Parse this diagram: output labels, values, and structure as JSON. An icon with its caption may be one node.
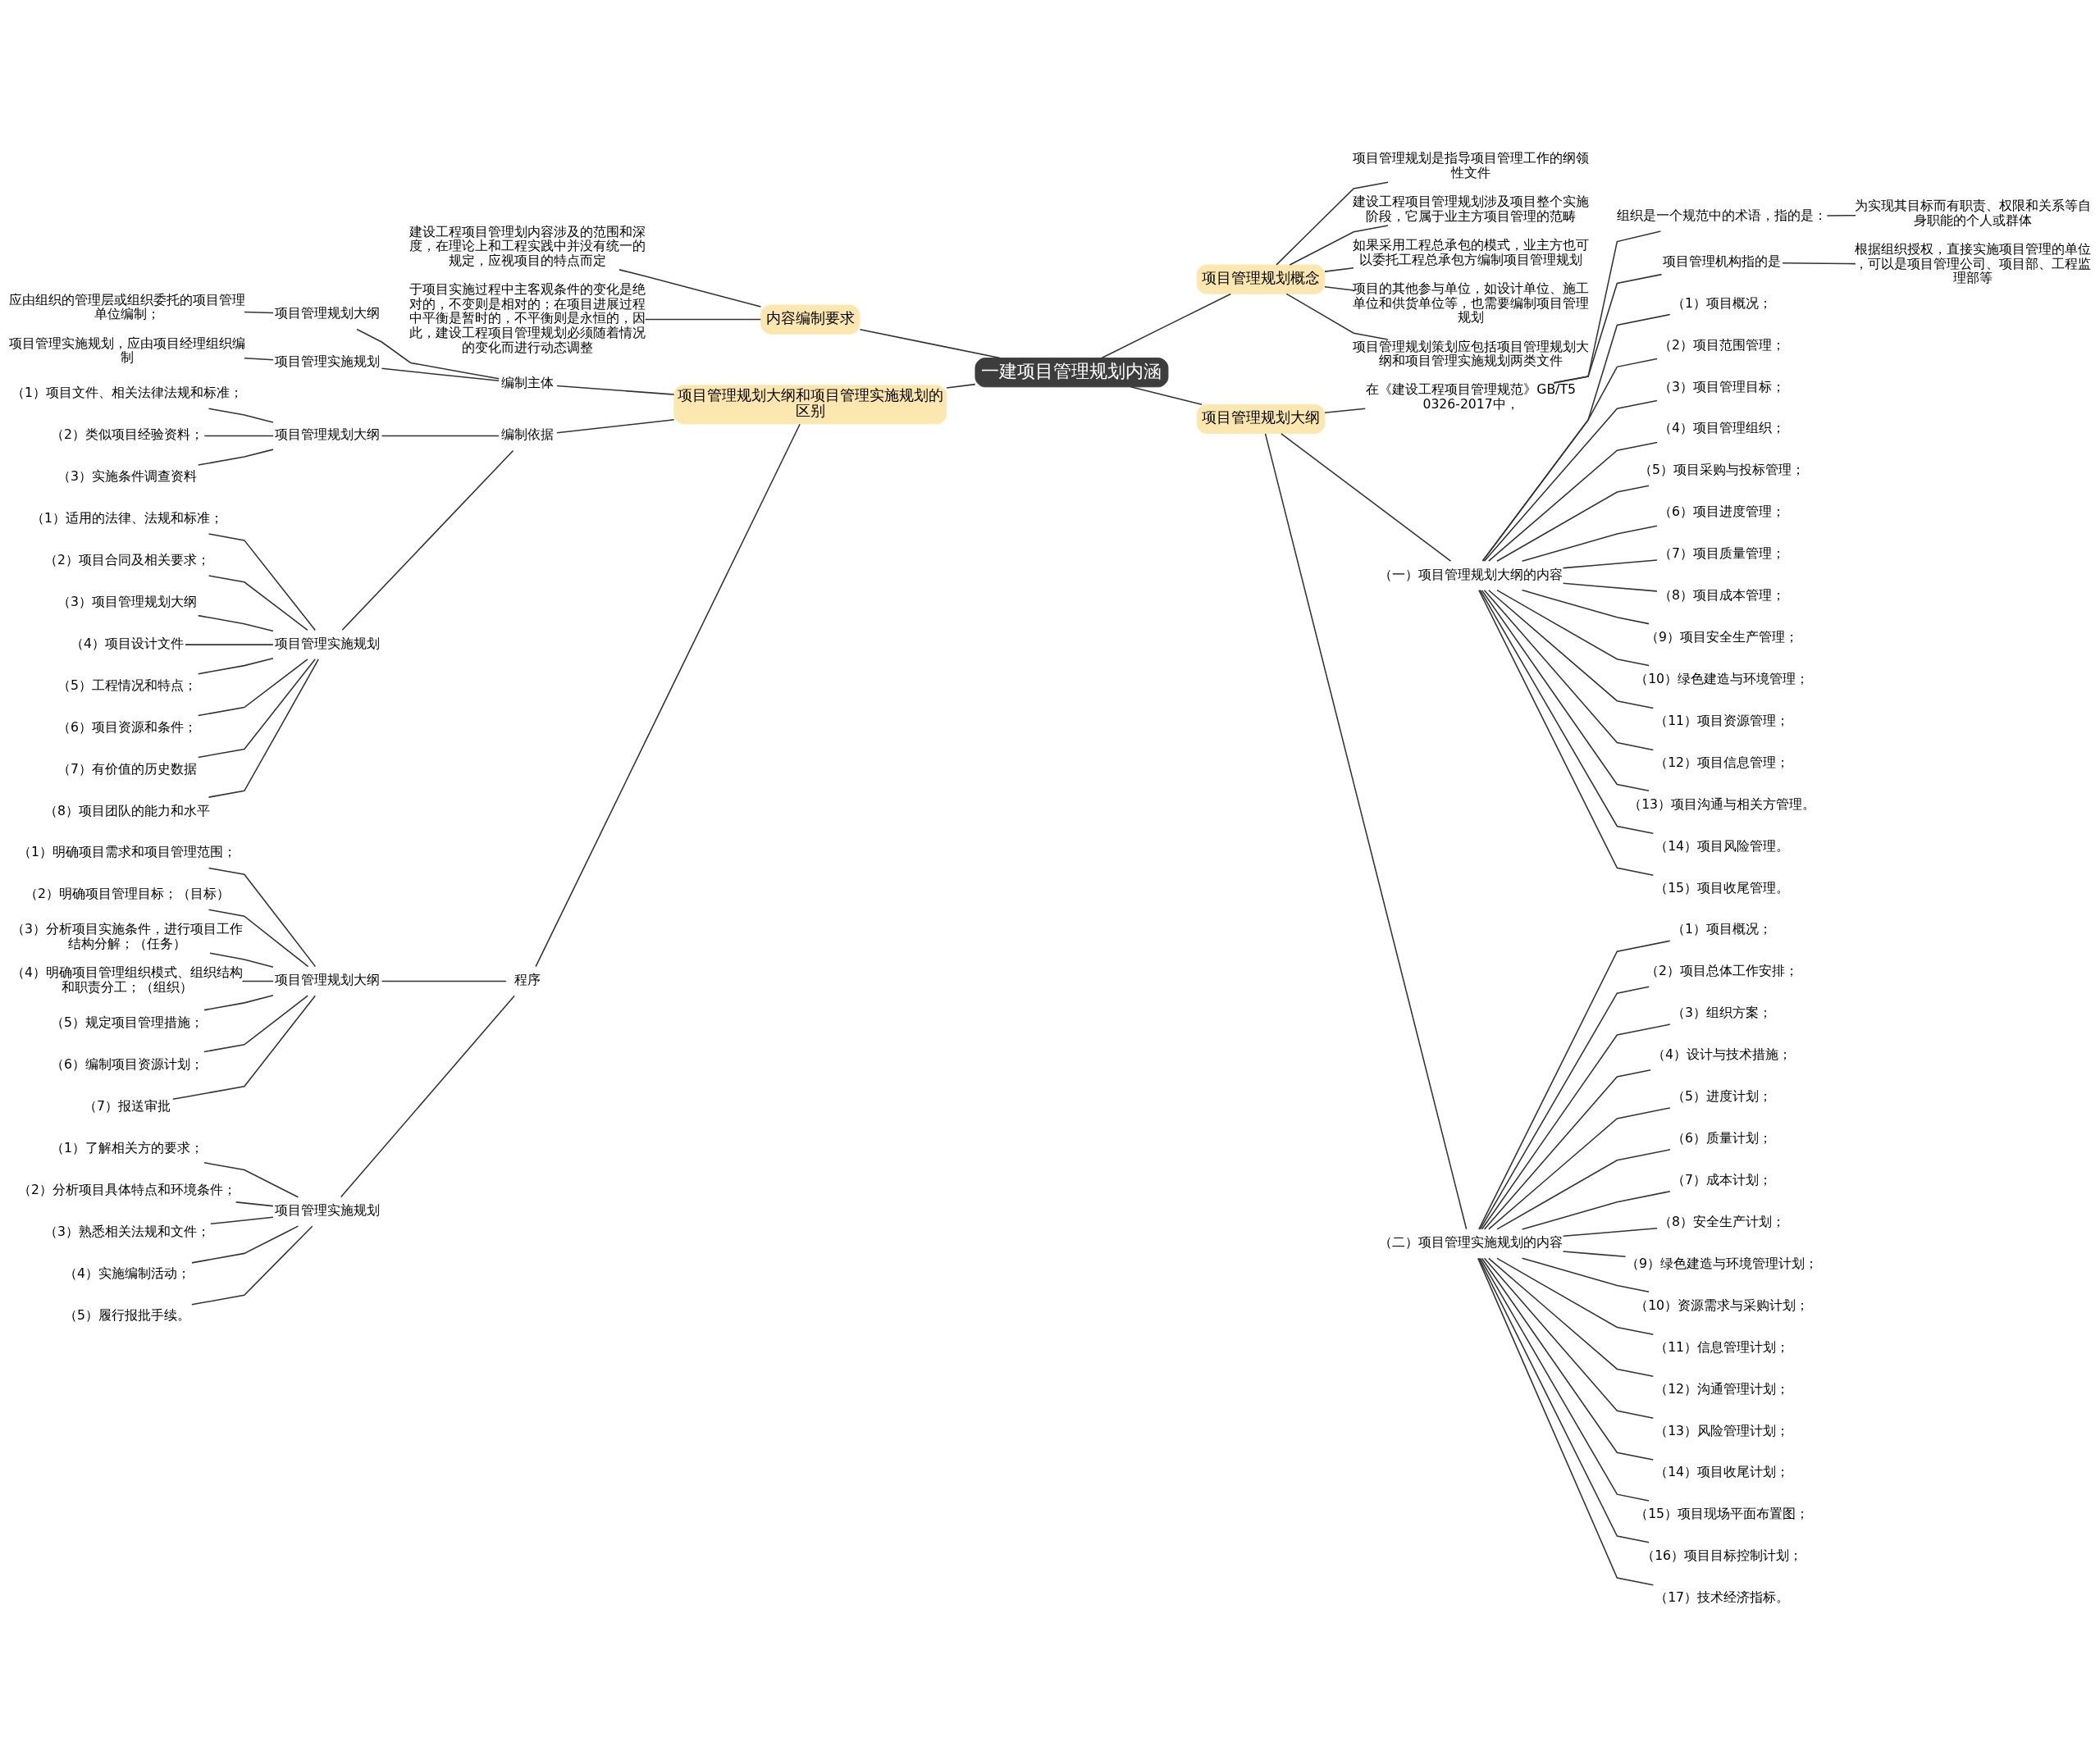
{
  "diagram": {
    "nodes": [
      {
        "text": [
          "一建项目管理规划内涵"
        ]
      },
      {
        "text": [
          "项目管理规划概念"
        ]
      },
      {
        "text": [
          "项目管理规划是指导项目管理工作的纲领性文件"
        ]
      },
      {
        "text": [
          "建设工程项目管理规划涉及项目整个实施阶段，它属于业主方项目管理的范畴"
        ]
      },
      {
        "text": [
          "如果采用工程总承包的模式，业主方也可以委托工程总承包方编制项目管理规划"
        ]
      },
      {
        "text": [
          "项目的其他参与单位，如设计单位、施工单位和供货单位等，也需要编制项目管理规划"
        ]
      },
      {
        "text": [
          "项目管理规划策划应包括项目管理规划大纲和项目管理实施规划两类文件"
        ]
      },
      {
        "text": [
          "项目管理规划大纲"
        ]
      },
      {
        "text": [
          "在《建设工程项目管理规范》GB/T50326-2017中，"
        ]
      },
      {
        "text": [
          "组织是一个规范中的术语，指的是："
        ]
      },
      {
        "text": [
          "为实现其目标而有职责、权限和关系等自身职能的个人或群体"
        ]
      },
      {
        "text": [
          "项目管理机构指的是"
        ]
      },
      {
        "text": [
          "根据组织授权，直接实施项目管理的单位，可以是项目管理公司、项目部、工程监理部等"
        ]
      },
      {
        "text": [
          "（一）项目管理规划大纲的内容"
        ]
      },
      {
        "text": [
          "（1）项目概况；"
        ]
      },
      {
        "text": [
          "（2）项目范围管理；"
        ]
      },
      {
        "text": [
          "（3）项目管理目标；"
        ]
      },
      {
        "text": [
          "（4）项目管理组织；"
        ]
      },
      {
        "text": [
          "（5）项目采购与投标管理；"
        ]
      },
      {
        "text": [
          "（6）项目进度管理；"
        ]
      },
      {
        "text": [
          "（7）项目质量管理；"
        ]
      },
      {
        "text": [
          "（8）项目成本管理；"
        ]
      },
      {
        "text": [
          "（9）项目安全生产管理；"
        ]
      },
      {
        "text": [
          "（10）绿色建造与环境管理；"
        ]
      },
      {
        "text": [
          "（11）项目资源管理；"
        ]
      },
      {
        "text": [
          "（12）项目信息管理；"
        ]
      },
      {
        "text": [
          "（13）项目沟通与相关方管理。"
        ]
      },
      {
        "text": [
          "（14）项目风险管理。"
        ]
      },
      {
        "text": [
          "（15）项目收尾管理。"
        ]
      },
      {
        "text": [
          "（二）项目管理实施规划的内容"
        ]
      },
      {
        "text": [
          "（1）项目概况；"
        ]
      },
      {
        "text": [
          "（2）项目总体工作安排；"
        ]
      },
      {
        "text": [
          "（3）组织方案；"
        ]
      },
      {
        "text": [
          "（4）设计与技术措施；"
        ]
      },
      {
        "text": [
          "（5）进度计划；"
        ]
      },
      {
        "text": [
          "（6）质量计划；"
        ]
      },
      {
        "text": [
          "（7）成本计划；"
        ]
      },
      {
        "text": [
          "（8）安全生产计划；"
        ]
      },
      {
        "text": [
          "（9）绿色建造与环境管理计划；"
        ]
      },
      {
        "text": [
          "（10）资源需求与采购计划；"
        ]
      },
      {
        "text": [
          "（11）信息管理计划；"
        ]
      },
      {
        "text": [
          "（12）沟通管理计划；"
        ]
      },
      {
        "text": [
          "（13）风险管理计划；"
        ]
      },
      {
        "text": [
          "（14）项目收尾计划；"
        ]
      },
      {
        "text": [
          "（15）项目现场平面布置图；"
        ]
      },
      {
        "text": [
          "（16）项目目标控制计划；"
        ]
      },
      {
        "text": [
          "（17）技术经济指标。"
        ]
      },
      {
        "text": [
          "内容编制要求"
        ]
      },
      {
        "text": [
          "建设工程项目管理划内容涉及的范围和深度，在理论上和工程实践中并没有统一的规定，应视项目的特点而定"
        ]
      },
      {
        "text": [
          "于项目实施过程中主客观条件的变化是绝对的，不变则是相对的；在项目进展过程中平衡是暂时的，不平衡则是永恒的，因此，建设工程项目管理规划必须随着情况的变化而进行动态调整"
        ]
      },
      {
        "text": [
          "项目管理规划大纲和项目管理实施规划的区别"
        ]
      },
      {
        "text": [
          "编制主体"
        ]
      },
      {
        "text": [
          "项目管理规划大纲"
        ]
      },
      {
        "text": [
          "应由组织的管理层或组织委托的项目管理单位编制；"
        ]
      },
      {
        "text": [
          "项目管理实施规划"
        ]
      },
      {
        "text": [
          "项目管理实施规划，应由项目经理组织编制"
        ]
      },
      {
        "text": [
          "编制依据"
        ]
      },
      {
        "text": [
          "项目管理规划大纲"
        ]
      },
      {
        "text": [
          "（1）项目文件、相关法律法规和标准；"
        ]
      },
      {
        "text": [
          "（2）类似项目经验资料；"
        ]
      },
      {
        "text": [
          "（3）实施条件调查资料"
        ]
      },
      {
        "text": [
          "项目管理实施规划"
        ]
      },
      {
        "text": [
          "（1）适用的法律、法规和标准；"
        ]
      },
      {
        "text": [
          "（2）项目合同及相关要求；"
        ]
      },
      {
        "text": [
          "（3）项目管理规划大纲"
        ]
      },
      {
        "text": [
          "（4）项目设计文件"
        ]
      },
      {
        "text": [
          "（5）工程情况和特点；"
        ]
      },
      {
        "text": [
          "（6）项目资源和条件；"
        ]
      },
      {
        "text": [
          "（7）有价值的历史数据"
        ]
      },
      {
        "text": [
          "（8）项目团队的能力和水平"
        ]
      },
      {
        "text": [
          "程序"
        ]
      },
      {
        "text": [
          "项目管理规划大纲"
        ]
      },
      {
        "text": [
          "（1）明确项目需求和项目管理范围；"
        ]
      },
      {
        "text": [
          "（2）明确项目管理目标；（目标）"
        ]
      },
      {
        "text": [
          "（3）分析项目实施条件，进行项目工作结构分解；（任务）"
        ]
      },
      {
        "text": [
          "（4）明确项目管理组织模式、组织结构和职责分工；（组织）"
        ]
      },
      {
        "text": [
          "（5）规定项目管理措施；"
        ]
      },
      {
        "text": [
          "（6）编制项目资源计划；"
        ]
      },
      {
        "text": [
          "（7）报送审批"
        ]
      },
      {
        "text": [
          "项目管理实施规划"
        ]
      },
      {
        "text": [
          "（1）了解相关方的要求；"
        ]
      },
      {
        "text": [
          "（2）分析项目具体特点和环境条件；"
        ]
      },
      {
        "text": [
          "（3）熟悉相关法规和文件；"
        ]
      },
      {
        "text": [
          "（4）实施编制活动；"
        ]
      },
      {
        "text": [
          "（5）履行报批手续。"
        ]
      }
    ],
    "edges": [
      {
        "from": 0,
        "to": 1,
        "arrow": "none"
      },
      {
        "from": 1,
        "to": 2,
        "arrow": "none"
      },
      {
        "from": 1,
        "to": 3,
        "arrow": "none"
      },
      {
        "from": 1,
        "to": 4,
        "arrow": "none"
      },
      {
        "from": 1,
        "to": 5,
        "arrow": "none"
      },
      {
        "from": 1,
        "to": 6,
        "arrow": "none"
      },
      {
        "from": 0,
        "to": 7,
        "arrow": "none"
      },
      {
        "from": 7,
        "to": 8,
        "arrow": "none"
      },
      {
        "from": 8,
        "to": 9,
        "arrow": "none"
      },
      {
        "from": 9,
        "to": 10,
        "arrow": "none"
      },
      {
        "from": 8,
        "to": 11,
        "arrow": "none"
      },
      {
        "from": 11,
        "to": 12,
        "arrow": "none"
      },
      {
        "from": 7,
        "to": 13,
        "arrow": "none"
      },
      {
        "from": 13,
        "to": 14,
        "arrow": "none"
      },
      {
        "from": 13,
        "to": 15,
        "arrow": "none"
      },
      {
        "from": 13,
        "to": 16,
        "arrow": "none"
      },
      {
        "from": 13,
        "to": 17,
        "arrow": "none"
      },
      {
        "from": 13,
        "to": 18,
        "arrow": "none"
      },
      {
        "from": 13,
        "to": 19,
        "arrow": "none"
      },
      {
        "from": 13,
        "to": 20,
        "arrow": "none"
      },
      {
        "from": 13,
        "to": 21,
        "arrow": "none"
      },
      {
        "from": 13,
        "to": 22,
        "arrow": "none"
      },
      {
        "from": 13,
        "to": 23,
        "arrow": "none"
      },
      {
        "from": 13,
        "to": 24,
        "arrow": "none"
      },
      {
        "from": 13,
        "to": 25,
        "arrow": "none"
      },
      {
        "from": 13,
        "to": 26,
        "arrow": "none"
      },
      {
        "from": 13,
        "to": 27,
        "arrow": "none"
      },
      {
        "from": 13,
        "to": 28,
        "arrow": "none"
      },
      {
        "from": 7,
        "to": 29,
        "arrow": "none"
      },
      {
        "from": 29,
        "to": 30,
        "arrow": "none"
      },
      {
        "from": 29,
        "to": 31,
        "arrow": "none"
      },
      {
        "from": 29,
        "to": 32,
        "arrow": "none"
      },
      {
        "from": 29,
        "to": 33,
        "arrow": "none"
      },
      {
        "from": 29,
        "to": 34,
        "arrow": "none"
      },
      {
        "from": 29,
        "to": 35,
        "arrow": "none"
      },
      {
        "from": 29,
        "to": 36,
        "arrow": "none"
      },
      {
        "from": 29,
        "to": 37,
        "arrow": "none"
      },
      {
        "from": 29,
        "to": 38,
        "arrow": "none"
      },
      {
        "from": 29,
        "to": 39,
        "arrow": "none"
      },
      {
        "from": 29,
        "to": 40,
        "arrow": "none"
      },
      {
        "from": 29,
        "to": 41,
        "arrow": "none"
      },
      {
        "from": 29,
        "to": 42,
        "arrow": "none"
      },
      {
        "from": 29,
        "to": 43,
        "arrow": "none"
      },
      {
        "from": 29,
        "to": 44,
        "arrow": "none"
      },
      {
        "from": 29,
        "to": 45,
        "arrow": "none"
      },
      {
        "from": 29,
        "to": 46,
        "arrow": "none"
      },
      {
        "from": 0,
        "to": 47,
        "arrow": "none"
      },
      {
        "from": 47,
        "to": 48,
        "arrow": "none"
      },
      {
        "from": 47,
        "to": 49,
        "arrow": "none"
      },
      {
        "from": 0,
        "to": 50,
        "arrow": "none"
      },
      {
        "from": 50,
        "to": 51,
        "arrow": "none"
      },
      {
        "from": 51,
        "to": 52,
        "arrow": "none"
      },
      {
        "from": 52,
        "to": 53,
        "arrow": "none"
      },
      {
        "from": 51,
        "to": 54,
        "arrow": "none"
      },
      {
        "from": 54,
        "to": 55,
        "arrow": "none"
      },
      {
        "from": 50,
        "to": 56,
        "arrow": "none"
      },
      {
        "from": 56,
        "to": 57,
        "arrow": "none"
      },
      {
        "from": 57,
        "to": 58,
        "arrow": "none"
      },
      {
        "from": 57,
        "to": 59,
        "arrow": "none"
      },
      {
        "from": 57,
        "to": 60,
        "arrow": "none"
      },
      {
        "from": 56,
        "to": 61,
        "arrow": "none"
      },
      {
        "from": 61,
        "to": 62,
        "arrow": "none"
      },
      {
        "from": 61,
        "to": 63,
        "arrow": "none"
      },
      {
        "from": 61,
        "to": 64,
        "arrow": "none"
      },
      {
        "from": 61,
        "to": 65,
        "arrow": "none"
      },
      {
        "from": 61,
        "to": 66,
        "arrow": "none"
      },
      {
        "from": 61,
        "to": 67,
        "arrow": "none"
      },
      {
        "from": 61,
        "to": 68,
        "arrow": "none"
      },
      {
        "from": 61,
        "to": 69,
        "arrow": "none"
      },
      {
        "from": 50,
        "to": 70,
        "arrow": "none"
      },
      {
        "from": 70,
        "to": 71,
        "arrow": "none"
      },
      {
        "from": 71,
        "to": 72,
        "arrow": "none"
      },
      {
        "from": 71,
        "to": 73,
        "arrow": "none"
      },
      {
        "from": 71,
        "to": 74,
        "arrow": "none"
      },
      {
        "from": 71,
        "to": 75,
        "arrow": "none"
      },
      {
        "from": 71,
        "to": 76,
        "arrow": "none"
      },
      {
        "from": 71,
        "to": 77,
        "arrow": "none"
      },
      {
        "from": 71,
        "to": 78,
        "arrow": "none"
      },
      {
        "from": 70,
        "to": 79,
        "arrow": "none"
      },
      {
        "from": 79,
        "to": 80,
        "arrow": "none"
      },
      {
        "from": 79,
        "to": 81,
        "arrow": "none"
      },
      {
        "from": 79,
        "to": 82,
        "arrow": "none"
      },
      {
        "from": 79,
        "to": 83,
        "arrow": "none"
      },
      {
        "from": 79,
        "to": 84,
        "arrow": "none"
      }
    ]
  }
}
